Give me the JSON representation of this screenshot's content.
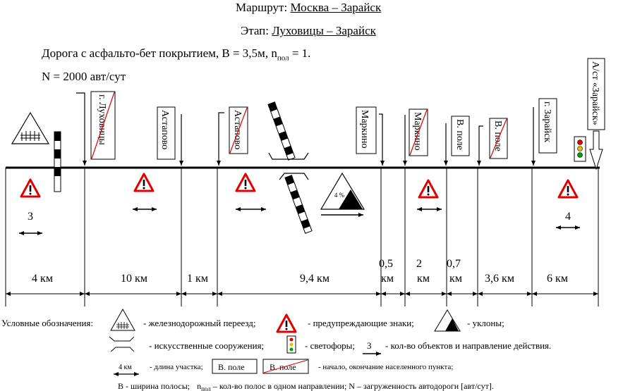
{
  "header": {
    "route_label": "Маршрут: ",
    "route_value": "Москва – Зарайск",
    "stage_label": "Этап: ",
    "stage_value": "Луховицы – Зарайск",
    "road_text": "Дорога с асфальто-бет покрытием, В = 3,5м, n",
    "road_sub": "пол",
    "road_tail": " = 1.",
    "traffic": "N = 2000 авт/сут"
  },
  "settlements": [
    {
      "name": "г. Луховицы",
      "crossed": true
    },
    {
      "name": "Астапово",
      "crossed": false
    },
    {
      "name": "Астапово",
      "crossed": true
    },
    {
      "name": "Маркино",
      "crossed": false
    },
    {
      "name": "Маркино",
      "crossed": true
    },
    {
      "name": "В. поле",
      "crossed": false
    },
    {
      "name": "В. поле",
      "crossed": true
    },
    {
      "name": "г. Зарайск",
      "crossed": false
    },
    {
      "name": "А/ст «Зарайск»",
      "crossed": false
    }
  ],
  "counts": [
    "3",
    "4"
  ],
  "slope_label": "4 %",
  "segments": [
    "4 км",
    "10 км",
    "1 км",
    "9,4 км",
    "0,5 км",
    "2 км",
    "0,7 км",
    "3,6 км",
    "6 км"
  ],
  "legend": {
    "title": "Условные обозначения:",
    "railway": "- железнодорожный переезд;",
    "warning": "- предупреждающие знаки;",
    "slopes": "- уклоны;",
    "structures": "- искусственные сооружения;",
    "lights": "- светофоры;",
    "count_example": "3",
    "count_text": "- кол-во объектов и направление действия.",
    "length_example": "4 км",
    "length_text": "- длина участка;",
    "start_box": "В. поле",
    "end_box": "В. поле",
    "start_end_text": "- начало, окончание населенного пункта;",
    "note_b": "В  - ширина полосы;",
    "note_n": "n",
    "note_n_sub": "пол",
    "note_n_text": " – кол-во полос в одном направлении; N – загруженность автодороги [авт/сут]."
  },
  "colors": {
    "warning_red": "#e00000",
    "light_red": "#e00000",
    "light_yellow": "#e0c000",
    "light_green": "#00a000"
  }
}
